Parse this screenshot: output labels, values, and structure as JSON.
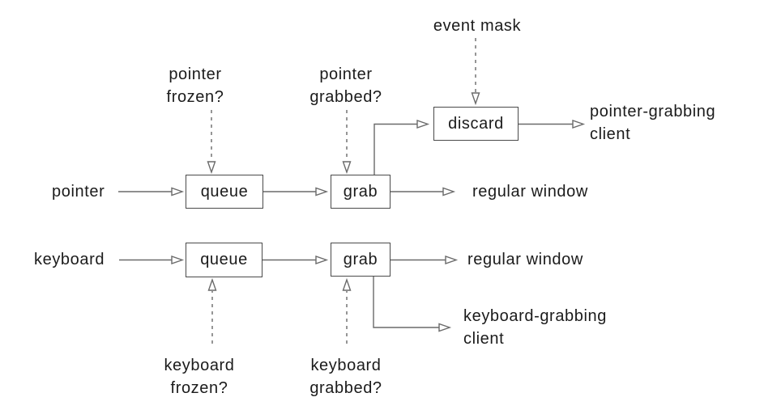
{
  "diagram": {
    "description": "X Window System input event routing diagram",
    "colors": {
      "background": "#ffffff",
      "line": "#6a6a6a",
      "box_border": "#4a4a4a",
      "text": "#1b1b1b"
    },
    "inputs": {
      "pointer": "pointer",
      "keyboard": "keyboard"
    },
    "nodes": {
      "queue_pointer": "queue",
      "grab_pointer": "grab",
      "discard": "discard",
      "queue_keyboard": "queue",
      "grab_keyboard": "grab"
    },
    "outputs": {
      "regular_window_pointer": "regular window",
      "pointer_grabbing_client": "pointer-grabbing\nclient",
      "regular_window_keyboard": "regular window",
      "keyboard_grabbing_client": "keyboard-grabbing\nclient"
    },
    "conditions": {
      "event_mask": "event mask",
      "pointer_frozen": "pointer\nfrozen?",
      "pointer_grabbed": "pointer\ngrabbed?",
      "keyboard_frozen": "keyboard\nfrozen?",
      "keyboard_grabbed": "keyboard\ngrabbed?"
    }
  }
}
